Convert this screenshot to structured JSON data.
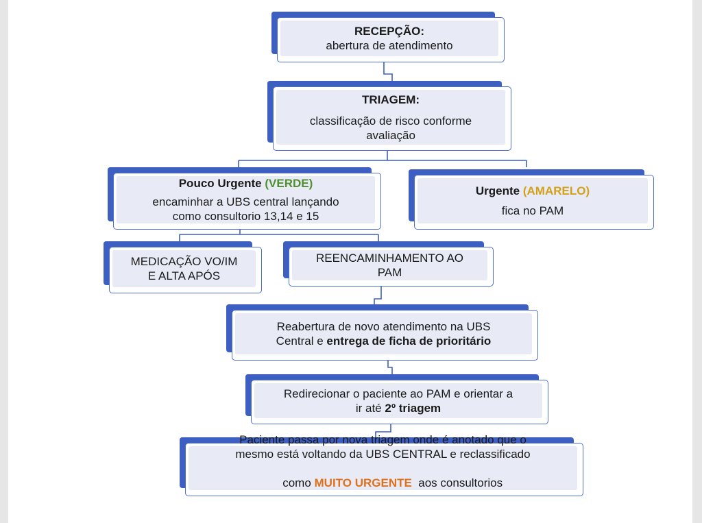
{
  "nodes": {
    "recepcao": {
      "title": "RECEPÇÃO:",
      "text": "abertura de atendimento"
    },
    "triagem": {
      "title": "TRIAGEM:",
      "text_line1": "classificação de risco conforme",
      "text_line2": "avaliação"
    },
    "pouco_urgente": {
      "title": "Pouco Urgente",
      "tag": "(VERDE)",
      "text_line1": "encaminhar a UBS central lançando",
      "text_line2": "como consultorio 13,14 e 15"
    },
    "urgente": {
      "title": "Urgente",
      "tag": "(AMARELO)",
      "text": "fica no PAM"
    },
    "medicacao": {
      "line1": "MEDICAÇÃO VO/IM",
      "line2": "E ALTA APÓS"
    },
    "reencaminhamento": {
      "line1": "REENCAMINHAMENTO AO",
      "line2": "PAM"
    },
    "reabertura": {
      "line1": "Reabertura de novo atendimento na UBS",
      "line2_prefix": "Central  e ",
      "line2_bold": "entrega de ficha de prioritário"
    },
    "redirecionar": {
      "line1": "Redirecionar o paciente ao PAM e orientar a",
      "line2_prefix": "ir até ",
      "line2_bold": "2º triagem"
    },
    "nova_triagem": {
      "line1": "Paciente passa por nova triagem onde é anotado que o",
      "line2": "mesmo está voltando da UBS CENTRAL e reclassificado",
      "line3_prefix": "como ",
      "line3_highlight": "MUITO URGENTE",
      "line3_suffix": "  aos consultorios"
    }
  },
  "colors": {
    "accent_blue": "#3d5fc2",
    "box_fill": "#e8ebf6",
    "verde": "#4f8f2f",
    "amarelo": "#d4a017",
    "muito_urgente": "#e0701a"
  }
}
